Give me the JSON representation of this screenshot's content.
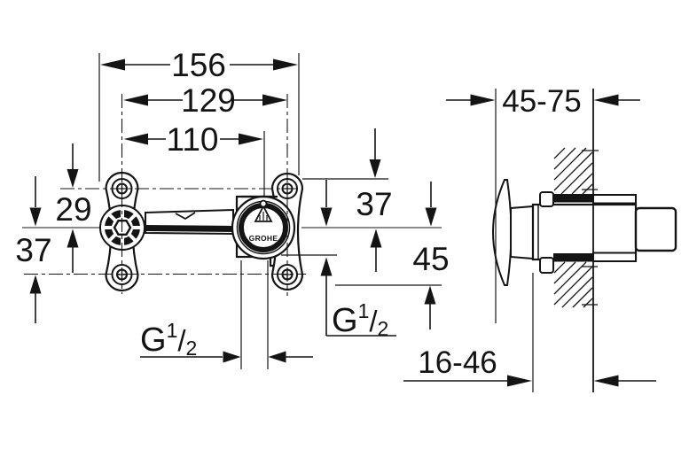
{
  "dimensions": {
    "overall_width": "156",
    "fixing_hole_spacing": "129",
    "fixing_hole_to_body_center": "110",
    "top_hole_to_center_axis": "29",
    "center_axis_to_bottom_hole": "37",
    "plate_top_to_center_axis": "37",
    "center_axis_to_plate_bottom": "45",
    "installation_depth_range": "45-75",
    "finished_wall_range": "16-46"
  },
  "threads": {
    "bottom_outlet": {
      "base": "G",
      "sup": "1",
      "slash": "/",
      "sub": "2"
    },
    "side_outlet": {
      "base": "G",
      "sup": "1",
      "slash": "/",
      "sub": "2"
    }
  },
  "logo_text": "GROHE"
}
